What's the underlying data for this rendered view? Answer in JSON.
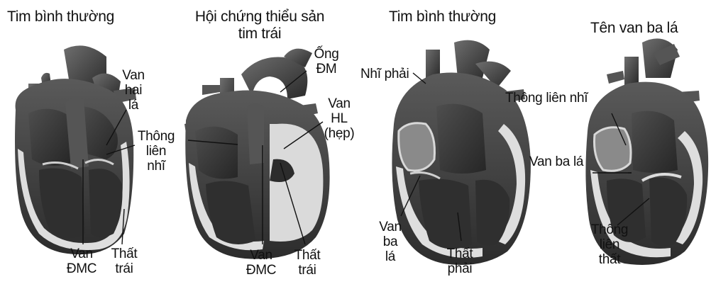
{
  "panels": [
    {
      "title": [
        "Tim bình thường"
      ],
      "labels": {
        "mitral_valve": [
          "Van",
          "hai",
          "lá"
        ],
        "asd": [
          "Thông",
          "liên",
          "nhĩ"
        ],
        "aortic_valve": [
          "Van",
          "ĐMC"
        ],
        "left_ventricle": [
          "Thất",
          "trái"
        ]
      }
    },
    {
      "title": [
        "Hội chứng thiểu sản",
        "tim trái"
      ],
      "labels": {
        "ductus": [
          "Ống",
          "ĐM"
        ],
        "mitral_valve": [
          "Van",
          "HL",
          "(hẹp)"
        ],
        "aortic_valve": [
          "Van",
          "ĐMC"
        ],
        "left_ventricle": [
          "Thất",
          "trái"
        ]
      }
    },
    {
      "title": [
        "Tim bình thường"
      ],
      "labels": {
        "right_atrium": [
          "Nhĩ phải"
        ],
        "tricuspid_valve": [
          "Van",
          "ba",
          "lá"
        ],
        "right_ventricle": [
          "Thất",
          "phải"
        ]
      }
    },
    {
      "title": [
        "Tên van ba lá"
      ],
      "labels": {
        "asd": [
          "Thông liên nhĩ"
        ],
        "tricuspid_valve": [
          "Van ba lá"
        ],
        "vsd": [
          "Thông",
          "liên",
          "thất"
        ]
      }
    }
  ],
  "colors": {
    "heart_dark": "#3a3a3a",
    "heart_mid": "#6a6a6a",
    "heart_light": "#bdbdbd",
    "chamber_interior": "#e6e6e6"
  }
}
